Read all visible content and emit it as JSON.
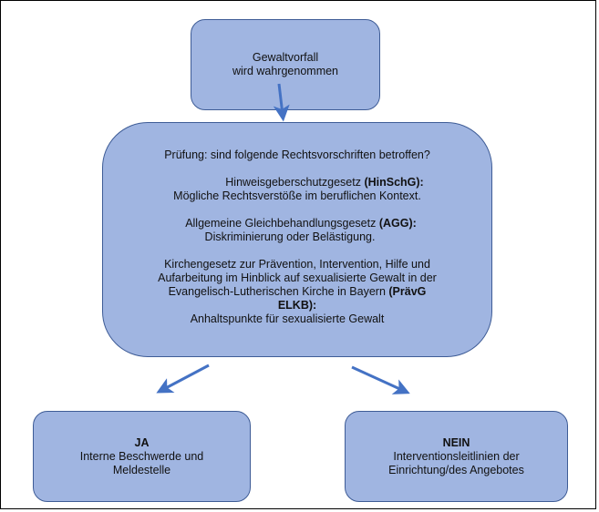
{
  "colors": {
    "box_fill": "#A0B5E1",
    "box_border": "#3E5C96",
    "arrow": "#4472C4",
    "frame": "#000000"
  },
  "start": {
    "lines": [
      "Gewaltvorfall",
      "wird wahrgenommen"
    ]
  },
  "check": {
    "question": "Prüfung: sind folgende Rechtsvorschriften betroffen?",
    "laws": [
      {
        "name_prefix": "Hinweisgeberschutzgesetz ",
        "abbr": "(HinSchG):",
        "description": "Mögliche Rechtsverstöße im beruflichen Kontext."
      },
      {
        "name_prefix": "Allgemeine Gleichbehandlungsgesetz ",
        "abbr": "(AGG):",
        "description": "Diskriminierung oder Belästigung."
      },
      {
        "name_line1": "Kirchengesetz zur Prävention, Intervention, Hilfe und",
        "name_line2": "Aufarbeitung im Hinblick auf sexualisierte Gewalt in der",
        "name_line3_prefix": "Evangelisch-Lutherischen Kirche in Bayern ",
        "abbr_part1": "(PrävG",
        "abbr_part2": "ELKB):",
        "description": "Anhaltspunkte für sexualisierte Gewalt"
      }
    ]
  },
  "yes": {
    "title": "JA",
    "lines": [
      "Interne Beschwerde und",
      "Meldestelle"
    ]
  },
  "no": {
    "title": "NEIN",
    "lines": [
      "Interventionsleitlinien der",
      "Einrichtung/des Angebotes"
    ]
  },
  "edges": [
    {
      "from": "start",
      "to": "check",
      "label": ""
    },
    {
      "from": "check",
      "to": "yes",
      "label": ""
    },
    {
      "from": "check",
      "to": "no",
      "label": ""
    }
  ]
}
